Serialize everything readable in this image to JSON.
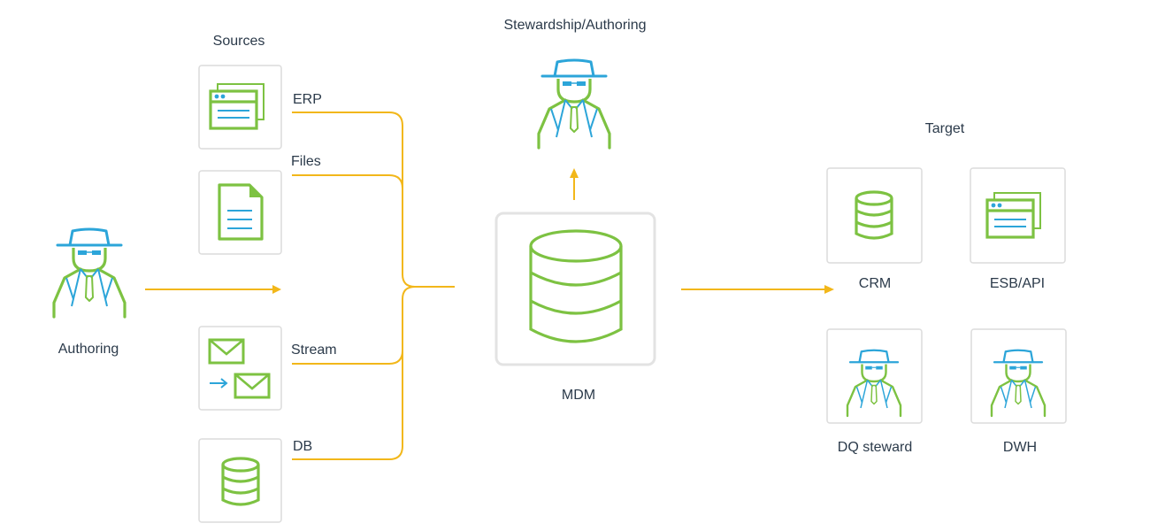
{
  "labels": {
    "sources": "Sources",
    "stewardship": "Stewardship/Authoring",
    "target": "Target",
    "authoring": "Authoring",
    "mdm": "MDM"
  },
  "sources": [
    {
      "label": "ERP",
      "icon": "browser-window-icon"
    },
    {
      "label": "Files",
      "icon": "document-icon"
    },
    {
      "label": "Stream",
      "icon": "envelope-stream-icon"
    },
    {
      "label": "DB",
      "icon": "database-icon"
    }
  ],
  "targets": [
    {
      "label": "CRM",
      "icon": "database-icon"
    },
    {
      "label": "ESB/API",
      "icon": "browser-window-icon"
    },
    {
      "label": "DQ steward",
      "icon": "person-hat-icon"
    },
    {
      "label": "DWH",
      "icon": "person-hat-icon"
    }
  ],
  "colors": {
    "green": "#7dc242",
    "blue": "#2ca5d9",
    "arrow": "#f2b71a",
    "box_border": "#dcdcdc",
    "text": "#2b3a4a"
  }
}
